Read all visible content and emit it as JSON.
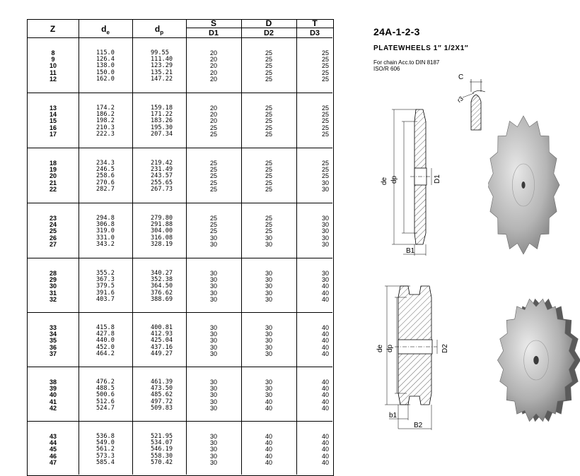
{
  "table": {
    "headers": {
      "z": "Z",
      "de": "de",
      "dp": "dp",
      "s": "S",
      "d": "D",
      "t": "T",
      "d1": "D1",
      "d2": "D2",
      "d3": "D3"
    },
    "groups": [
      {
        "z": [
          "8",
          "9",
          "10",
          "11",
          "12"
        ],
        "de": [
          "115.0",
          "126.4",
          "138.0",
          "150.0",
          "162.0"
        ],
        "dp": [
          "99.55",
          "111.40",
          "123.29",
          "135.21",
          "147.22"
        ],
        "s": [
          "20",
          "20",
          "20",
          "20",
          "20"
        ],
        "d": [
          "25",
          "25",
          "25",
          "25",
          "25"
        ],
        "t": [
          "25",
          "25",
          "25",
          "25",
          "25"
        ]
      },
      {
        "z": [
          "13",
          "14",
          "15",
          "16",
          "17"
        ],
        "de": [
          "174.2",
          "186.2",
          "198.2",
          "210.3",
          "222.3"
        ],
        "dp": [
          "159.18",
          "171.22",
          "183.26",
          "195.30",
          "207.34"
        ],
        "s": [
          "20",
          "20",
          "20",
          "25",
          "25"
        ],
        "d": [
          "25",
          "25",
          "25",
          "25",
          "25"
        ],
        "t": [
          "25",
          "25",
          "25",
          "25",
          "25"
        ]
      },
      {
        "z": [
          "18",
          "19",
          "20",
          "21",
          "22"
        ],
        "de": [
          "234.3",
          "246.5",
          "258.6",
          "270.6",
          "282.7"
        ],
        "dp": [
          "219.42",
          "231.49",
          "243.57",
          "255.65",
          "267.73"
        ],
        "s": [
          "25",
          "25",
          "25",
          "25",
          "25"
        ],
        "d": [
          "25",
          "25",
          "25",
          "25",
          "25"
        ],
        "t": [
          "25",
          "25",
          "25",
          "30",
          "30"
        ]
      },
      {
        "z": [
          "23",
          "24",
          "25",
          "26",
          "27"
        ],
        "de": [
          "294.8",
          "306.8",
          "319.0",
          "331.0",
          "343.2"
        ],
        "dp": [
          "279.80",
          "291.88",
          "304.00",
          "316.08",
          "328.19"
        ],
        "s": [
          "25",
          "25",
          "25",
          "30",
          "30"
        ],
        "d": [
          "25",
          "25",
          "25",
          "30",
          "30"
        ],
        "t": [
          "30",
          "30",
          "30",
          "30",
          "30"
        ]
      },
      {
        "z": [
          "28",
          "29",
          "30",
          "31",
          "32"
        ],
        "de": [
          "355.2",
          "367.3",
          "379.5",
          "391.6",
          "403.7"
        ],
        "dp": [
          "340.27",
          "352.38",
          "364.50",
          "376.62",
          "388.69"
        ],
        "s": [
          "30",
          "30",
          "30",
          "30",
          "30"
        ],
        "d": [
          "30",
          "30",
          "30",
          "30",
          "30"
        ],
        "t": [
          "30",
          "30",
          "40",
          "40",
          "40"
        ]
      },
      {
        "z": [
          "33",
          "34",
          "35",
          "36",
          "37"
        ],
        "de": [
          "415.8",
          "427.8",
          "440.0",
          "452.0",
          "464.2"
        ],
        "dp": [
          "400.81",
          "412.93",
          "425.04",
          "437.16",
          "449.27"
        ],
        "s": [
          "30",
          "30",
          "30",
          "30",
          "30"
        ],
        "d": [
          "30",
          "30",
          "30",
          "30",
          "30"
        ],
        "t": [
          "40",
          "40",
          "40",
          "40",
          "40"
        ]
      },
      {
        "z": [
          "38",
          "39",
          "40",
          "41",
          "42"
        ],
        "de": [
          "476.2",
          "488.5",
          "500.6",
          "512.6",
          "524.7"
        ],
        "dp": [
          "461.39",
          "473.50",
          "485.62",
          "497.72",
          "509.83"
        ],
        "s": [
          "30",
          "30",
          "30",
          "30",
          "30"
        ],
        "d": [
          "30",
          "30",
          "30",
          "40",
          "40"
        ],
        "t": [
          "40",
          "40",
          "40",
          "40",
          "40"
        ]
      },
      {
        "z": [
          "43",
          "44",
          "45",
          "46",
          "47"
        ],
        "de": [
          "536.8",
          "549.0",
          "561.2",
          "573.3",
          "585.4"
        ],
        "dp": [
          "521.95",
          "534.07",
          "546.19",
          "558.30",
          "570.42"
        ],
        "s": [
          "30",
          "30",
          "30",
          "30",
          "30"
        ],
        "d": [
          "40",
          "40",
          "40",
          "40",
          "40"
        ],
        "t": [
          "40",
          "40",
          "40",
          "40",
          "40"
        ]
      }
    ]
  },
  "product": {
    "code": "24A-1-2-3",
    "name": "PLATEWHEELS 1″ 1/2X1″",
    "note_line1": "For chain Acc.to DIN 8187",
    "note_line2": "ISO/R 606"
  },
  "drawing_labels": {
    "c": "C",
    "r3": "r3",
    "de": "de",
    "dp": "dp",
    "d1": "D1",
    "d2": "D2",
    "b1_upper": "B1",
    "b1_lower": "b1",
    "b2": "B2"
  }
}
